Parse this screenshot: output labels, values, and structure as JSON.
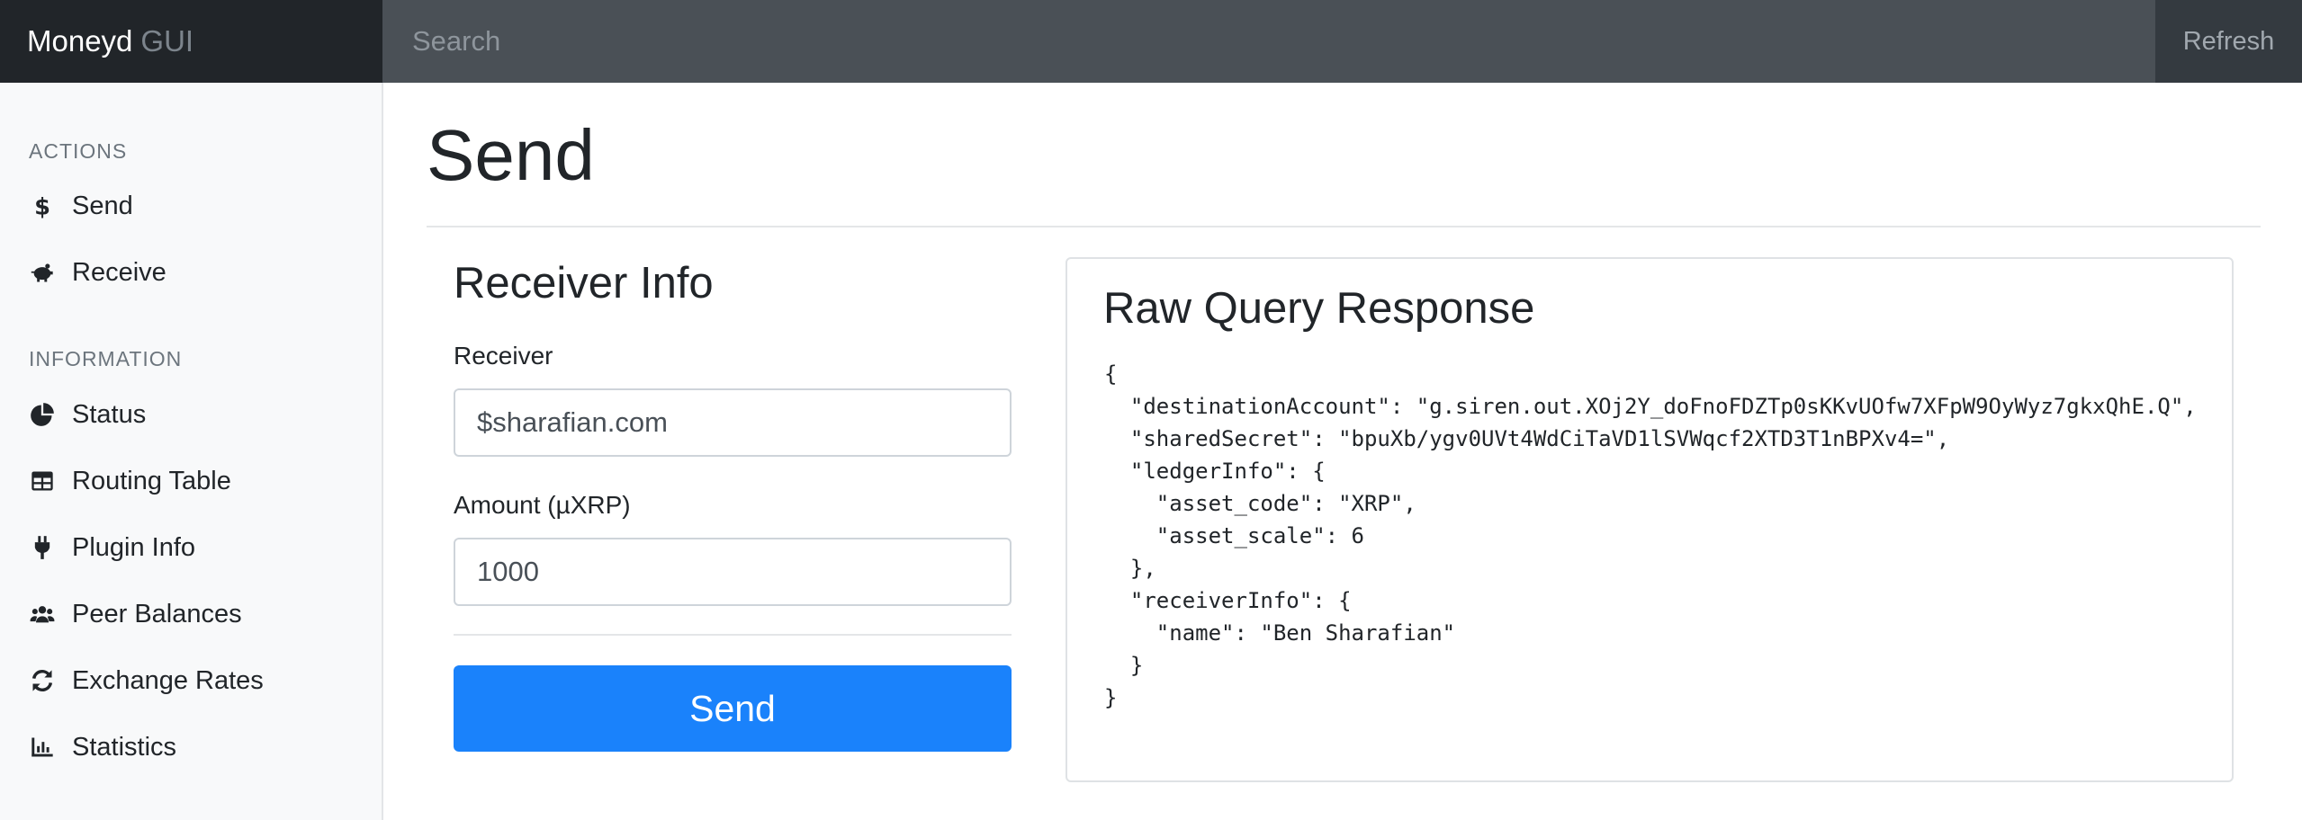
{
  "navbar": {
    "brand": "Moneyd",
    "brand_suffix": "GUI",
    "search_placeholder": "Search",
    "refresh_label": "Refresh"
  },
  "sidebar": {
    "actions_heading": "Actions",
    "actions": [
      {
        "label": "Send",
        "icon": "dollar-icon"
      },
      {
        "label": "Receive",
        "icon": "piggy-bank-icon"
      }
    ],
    "information_heading": "Information",
    "information": [
      {
        "label": "Status",
        "icon": "pie-chart-icon"
      },
      {
        "label": "Routing Table",
        "icon": "table-icon"
      },
      {
        "label": "Plugin Info",
        "icon": "plug-icon"
      },
      {
        "label": "Peer Balances",
        "icon": "users-icon"
      },
      {
        "label": "Exchange Rates",
        "icon": "sync-icon"
      },
      {
        "label": "Statistics",
        "icon": "bar-chart-icon"
      }
    ]
  },
  "main": {
    "title": "Send",
    "receiver_info_title": "Receiver Info",
    "receiver_label": "Receiver",
    "receiver_value": "$sharafian.com",
    "amount_label": "Amount (µXRP)",
    "amount_value": "1000",
    "send_button": "Send"
  },
  "raw_response": {
    "title": "Raw Query Response",
    "json": "{\n  \"destinationAccount\": \"g.siren.out.XOj2Y_doFnoFDZTp0sKKvUOfw7XFpW9OyWyz7gkxQhE.Q\",\n  \"sharedSecret\": \"bpuXb/ygv0UVt4WdCiTaVD1lSVWqcf2XTD3T1nBPXv4=\",\n  \"ledgerInfo\": {\n    \"asset_code\": \"XRP\",\n    \"asset_scale\": 6\n  },\n  \"receiverInfo\": {\n    \"name\": \"Ben Sharafian\"\n  }\n}"
  },
  "colors": {
    "primary": "#1a82fb",
    "navbar": "#343a40",
    "brand_bg": "#212529",
    "sidebar_bg": "#f8f9fa",
    "muted": "#6c757d"
  }
}
